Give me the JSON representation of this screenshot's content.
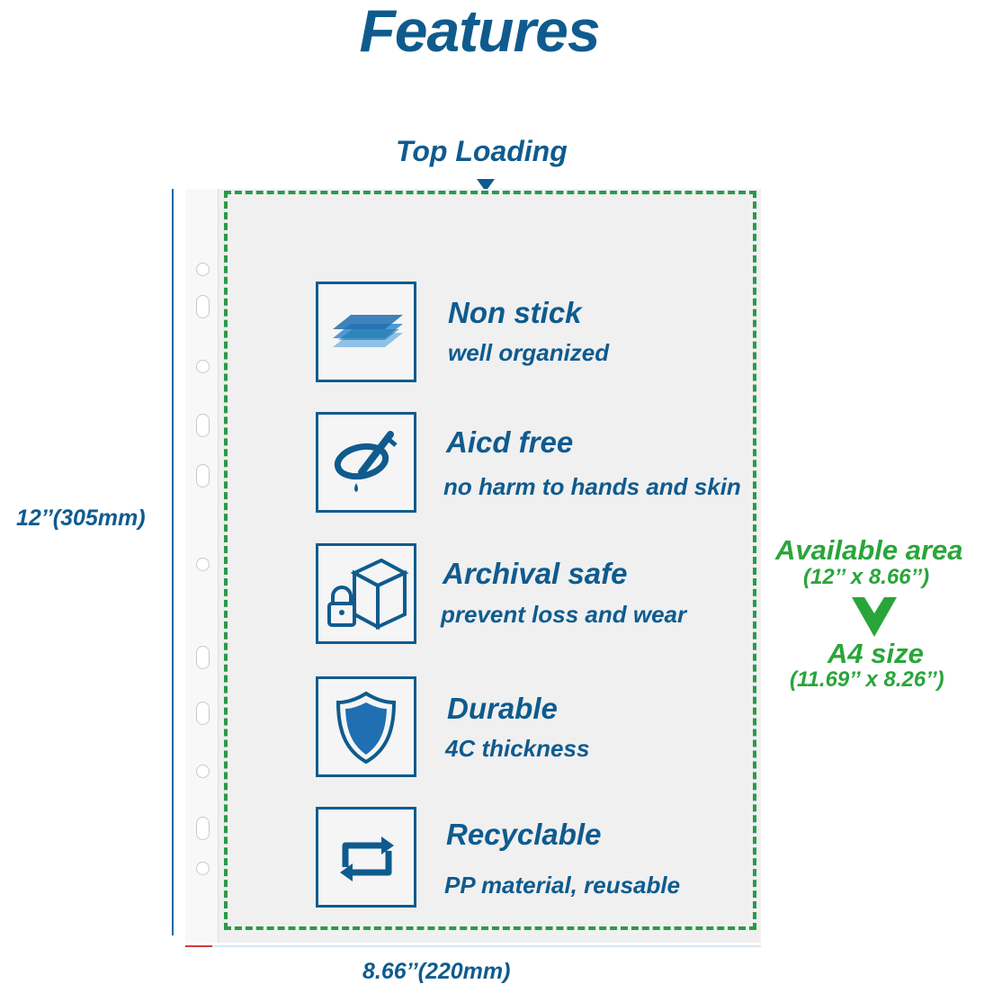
{
  "heading": "Features",
  "loading_label": "Top Loading",
  "dimensions": {
    "height": "12’’(305mm)",
    "width": "8.66’’(220mm)"
  },
  "features": [
    {
      "title": "Non stick",
      "subtitle": "well organized",
      "icon": "stacked-layers-icon"
    },
    {
      "title": "Aicd free",
      "subtitle": "no harm to hands and skin",
      "icon": "no-dropper-icon"
    },
    {
      "title": "Archival safe",
      "subtitle": "prevent loss and wear",
      "icon": "locked-box-icon"
    },
    {
      "title": "Durable",
      "subtitle": "4C thickness",
      "icon": "shield-icon"
    },
    {
      "title": "Recyclable",
      "subtitle": "PP material, reusable",
      "icon": "recycle-arrows-icon"
    }
  ],
  "size_info": {
    "available_label": "Available area",
    "available_dims": "(12’’ x 8.66’’)",
    "a4_label": "A4 size",
    "a4_dims": "(11.69’’ x 8.26’’)"
  },
  "colors": {
    "brand_blue": "#0f5b8e",
    "icon_blue": "#1f6fb2",
    "green": "#2aa53a",
    "dash_green": "#2a9a48"
  }
}
